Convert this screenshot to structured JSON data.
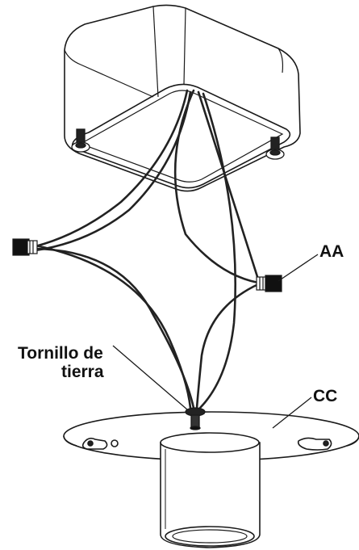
{
  "labels": {
    "aa": "AA",
    "cc": "CC",
    "ground_screw_line1": "Tornillo de",
    "ground_screw_line2": "tierra"
  },
  "colors": {
    "stroke": "#1a1a1a",
    "fill": "#ffffff",
    "wire": "#222222"
  }
}
